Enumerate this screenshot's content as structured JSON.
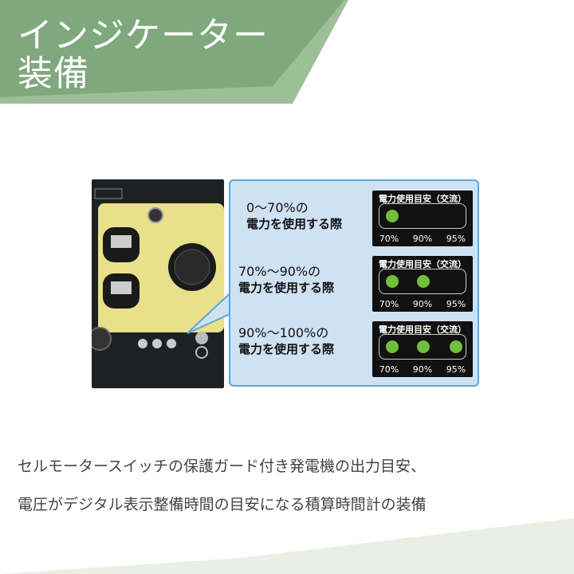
{
  "header": {
    "title_line1": "インジケーター",
    "title_line2": "装備"
  },
  "colors": {
    "header_dark": "#7fa87c",
    "header_light": "#9dbf97",
    "callout_fill": "#cfe2f3",
    "callout_border": "#5aa7dc",
    "led_green": "#6fbf3a",
    "panel_yellow": "#e8e08a"
  },
  "indicator": {
    "label": "電力使用目安（交流）",
    "ticks": [
      "70%",
      "90%",
      "95%"
    ],
    "rows": [
      {
        "range": "0～70%の",
        "desc": "電力を使用する際",
        "lit": 1
      },
      {
        "range": "70%～90%の",
        "desc": "電力を使用する際",
        "lit": 2
      },
      {
        "range": "90%～100%の",
        "desc": "電力を使用する際",
        "lit": 3
      }
    ]
  },
  "description": {
    "line1": "セルモータースイッチの保護ガード付き発電機の出力目安、",
    "line2": "電圧がデジタル表示整備時間の目安になる積算時間計の装備"
  }
}
